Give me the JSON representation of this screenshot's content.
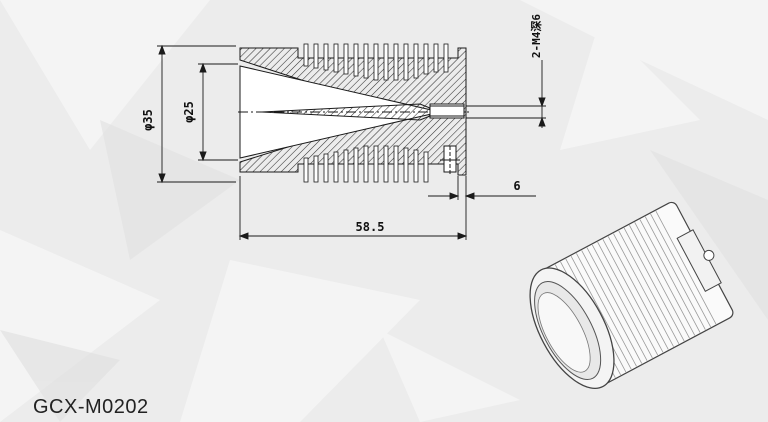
{
  "drawing": {
    "model_code": "GCX-M0202",
    "dimensions": {
      "outer_diameter": "φ35",
      "inner_diameter": "φ25",
      "overall_length": "58.5",
      "offset": "6",
      "thread_note": "2-M4深6"
    },
    "colors": {
      "line": "#1a1a1a",
      "hatch": "#333333",
      "background": "#ececec"
    }
  }
}
